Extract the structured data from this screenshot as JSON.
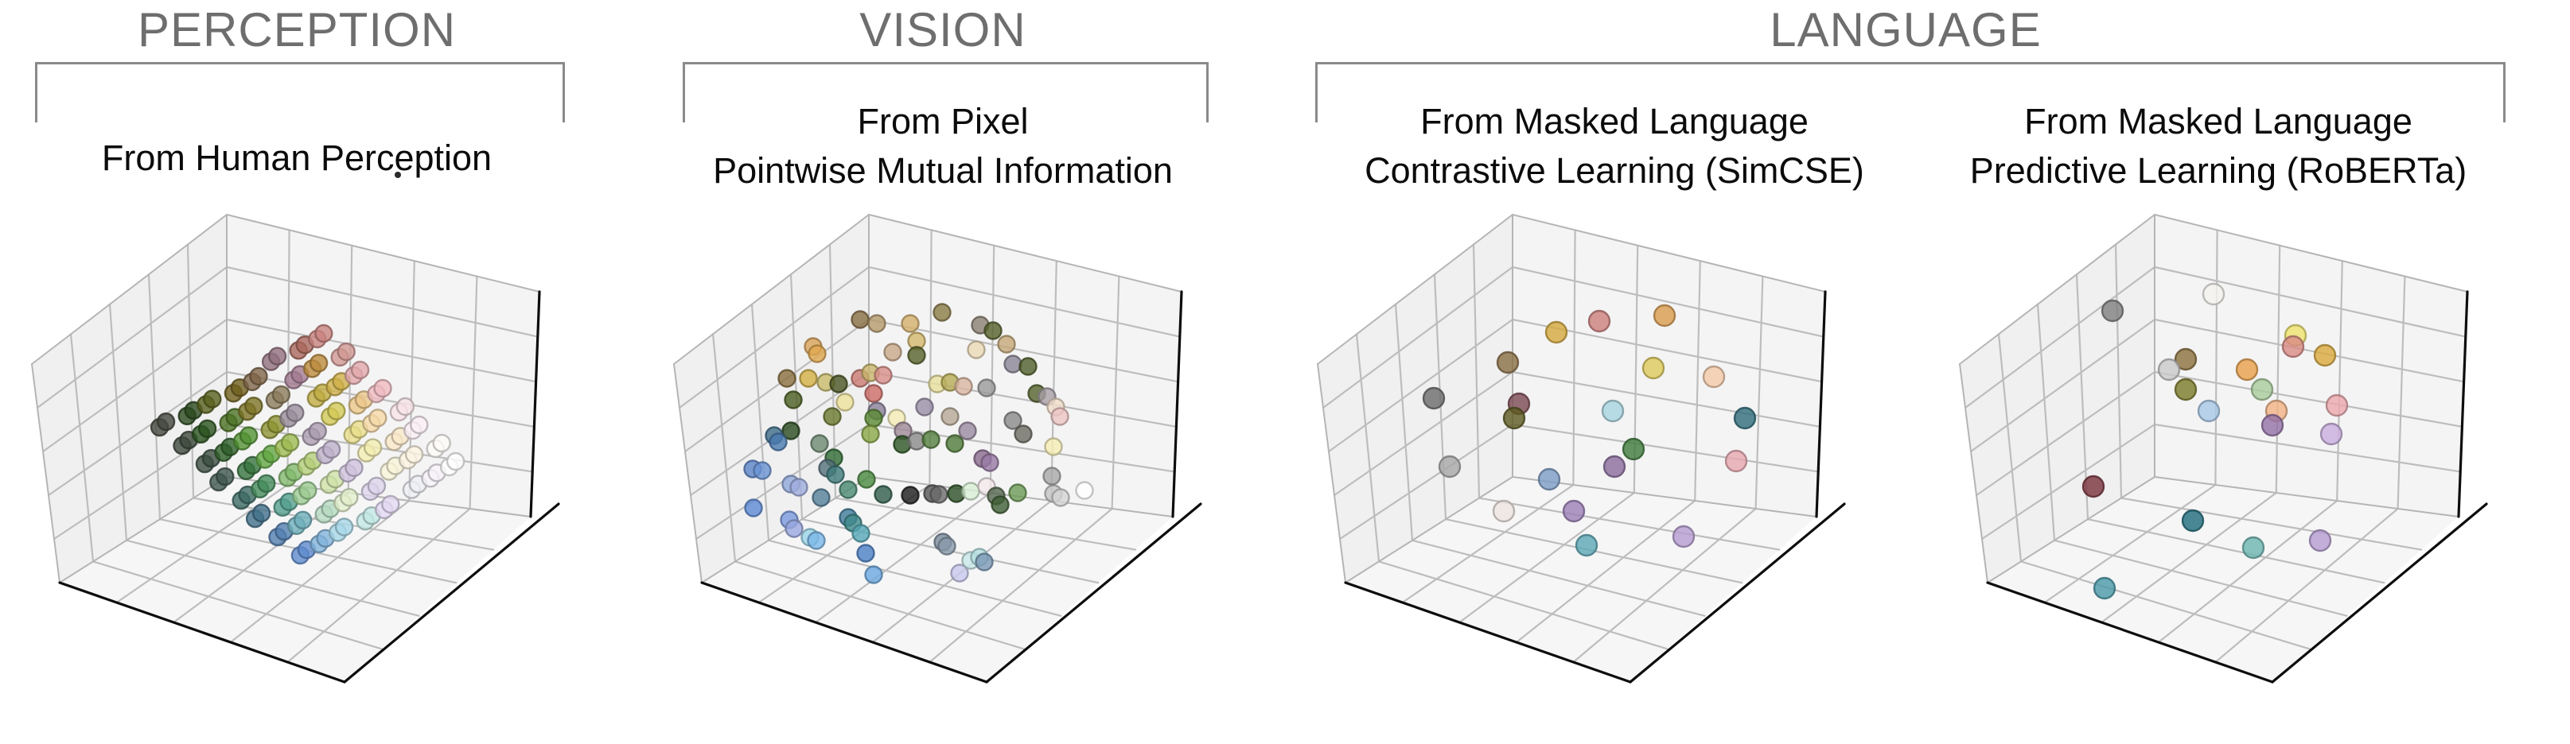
{
  "figure": {
    "headers": {
      "perception": "PERCEPTION",
      "vision": "VISION",
      "language": "LANGUAGE"
    },
    "panels": [
      {
        "group": "PERCEPTION",
        "subtitle_line1": "From Human Perception",
        "subtitle_line2": "",
        "stray_mark": "."
      },
      {
        "group": "VISION",
        "subtitle_line1": "From Pixel",
        "subtitle_line2": "Pointwise Mutual Information",
        "stray_mark": ""
      },
      {
        "group": "LANGUAGE",
        "subtitle_line1": "From Masked Language",
        "subtitle_line2": "Contrastive Learning (SimCSE)",
        "stray_mark": ""
      },
      {
        "group": "LANGUAGE",
        "subtitle_line1": "From Masked Language",
        "subtitle_line2": "Predictive Learning (RoBERTa)",
        "stray_mark": ""
      }
    ],
    "colors": {
      "header_gray": "#6e6e6e",
      "bracket_gray": "#8a8a8a",
      "subtitle_black": "#0b0b0b",
      "pane_left": "#f0f0f1",
      "pane_right": "#f4f4f5",
      "pane_floor": "#f6f6f7",
      "gridline": "#bdbdbd",
      "axis_spine_black": "#0d0d0d"
    }
  },
  "chart_data": [
    {
      "type": "scatter3d",
      "title": "From Human Perception",
      "axes": "unlabeled 3D axes, gray panes with gridlines, no tick labels",
      "legend": "none",
      "marker_px": 21,
      "note": "8x8 lattice of color chips in perceptual color space; each chip plotted as a pair of overlapping dots. Positions in plot-pixel coords via lattice: pos(c,r)=origin + c*colvec + r*rowvec.",
      "grid": {
        "origin": [
          205,
          312
        ],
        "colvec": [
          28,
          -16.5
        ],
        "rowvec": [
          24,
          23
        ],
        "pair_offset": [
          8,
          -7
        ],
        "colors": [
          [
            "#45493f",
            "#2c4a1f",
            "#5a611f",
            "#70601e",
            "#7f654a",
            "#92707f",
            "#aa685c",
            "#c9837f"
          ],
          [
            "#3f4a3c",
            "#2b531f",
            "#4d7326",
            "#7d7427",
            "#8b7c5b",
            "#a27b90",
            "#bb8b3d",
            "#d29894"
          ],
          [
            "#3d4f44",
            "#2f602a",
            "#549434",
            "#8f9434",
            "#9a8e9e",
            "#c0ad42",
            "#cfb04a",
            "#e2a9ad"
          ],
          [
            "#415850",
            "#37743f",
            "#63a844",
            "#9ebc52",
            "#ac9eb2",
            "#d2c956",
            "#ecc88a",
            "#f0bcc2"
          ],
          [
            "#3f6b64",
            "#468c5c",
            "#83bb6e",
            "#b5d07a",
            "#beb2cc",
            "#e8de8a",
            "#f6d9a8",
            "#f8e3e8"
          ],
          [
            "#42708b",
            "#55a08f",
            "#9ccc92",
            "#cfe3a8",
            "#cfc3de",
            "#f4eeb2",
            "#fae8c9",
            "#fbeff5"
          ],
          [
            "#537fb0",
            "#6fb0bb",
            "#b7dcc2",
            "#e2f0cc",
            "#ddd4ec",
            "#f9f5d8",
            "#fdf4e3",
            "#fefbf7"
          ],
          [
            "#5f8cce",
            "#82b4dc",
            "#a9d8e8",
            "#c3e8e4",
            "#e4daf2",
            "#eef0f5",
            "#f7f2fa",
            "#ffffff"
          ]
        ]
      }
    },
    {
      "type": "scatter3d",
      "title": "From Pixel Pointwise Mutual Information",
      "axes": "unlabeled 3D axes, gray panes with gridlines, no tick labels",
      "legend": "none",
      "marker_px": 21,
      "note": "Unstructured cloud of the same color chips; points as [x,y,color] in 807x706 plot-pixel coords.",
      "points": [
        [
          274,
          172,
          "#8a6f45"
        ],
        [
          295,
          177,
          "#b59a6b"
        ],
        [
          337,
          177,
          "#d4b06b"
        ],
        [
          377,
          163,
          "#8a7a45"
        ],
        [
          425,
          179,
          "#8a8070"
        ],
        [
          441,
          186,
          "#55602a"
        ],
        [
          345,
          199,
          "#d4b86b"
        ],
        [
          215,
          206,
          "#d9a45a"
        ],
        [
          220,
          215,
          "#e0a84f"
        ],
        [
          315,
          213,
          "#c9a88a"
        ],
        [
          345,
          217,
          "#56622b"
        ],
        [
          420,
          210,
          "#ead9b5"
        ],
        [
          458,
          203,
          "#c4a878"
        ],
        [
          466,
          228,
          "#8a8595"
        ],
        [
          485,
          231,
          "#4f5e2a"
        ],
        [
          182,
          246,
          "#8a6f3f"
        ],
        [
          209,
          246,
          "#d4b045"
        ],
        [
          231,
          251,
          "#c9bc6b"
        ],
        [
          247,
          253,
          "#4a5524"
        ],
        [
          274,
          246,
          "#cc7a72"
        ],
        [
          287,
          239,
          "#c9b56b"
        ],
        [
          303,
          242,
          "#d98f8a"
        ],
        [
          371,
          253,
          "#e8e09c"
        ],
        [
          387,
          251,
          "#b5ab55"
        ],
        [
          404,
          256,
          "#d9b5a0"
        ],
        [
          433,
          258,
          "#9a9a9a"
        ],
        [
          190,
          273,
          "#4a5e1f"
        ],
        [
          255,
          276,
          "#ede29c"
        ],
        [
          291,
          265,
          "#cc6b66"
        ],
        [
          496,
          265,
          "#55622d"
        ],
        [
          509,
          269,
          "#a8a0a8"
        ],
        [
          520,
          282,
          "#f0ddc9"
        ],
        [
          525,
          294,
          "#eec4c4"
        ],
        [
          295,
          287,
          "#8a7f99"
        ],
        [
          355,
          282,
          "#9a8fa8"
        ],
        [
          466,
          299,
          "#8a8a8a"
        ],
        [
          187,
          312,
          "#2a4a1e"
        ],
        [
          239,
          294,
          "#6b7a2e"
        ],
        [
          291,
          296,
          "#5a8a35"
        ],
        [
          287,
          316,
          "#8aa845"
        ],
        [
          320,
          296,
          "#f5ecb5"
        ],
        [
          328,
          312,
          "#a08a9a"
        ],
        [
          387,
          294,
          "#b5a895"
        ],
        [
          409,
          312,
          "#9a8aa0"
        ],
        [
          479,
          316,
          "#6b6b62"
        ],
        [
          517,
          332,
          "#f5eeb5"
        ],
        [
          166,
          318,
          "#3f6b8a"
        ],
        [
          171,
          326,
          "#4a7ab0"
        ],
        [
          223,
          328,
          "#6b8a70"
        ],
        [
          241,
          346,
          "#2f6b33"
        ],
        [
          327,
          329,
          "#2c5523"
        ],
        [
          345,
          325,
          "#8a8a8a"
        ],
        [
          363,
          323,
          "#55803f"
        ],
        [
          393,
          328,
          "#4f7a3a"
        ],
        [
          428,
          347,
          "#8a6b8f"
        ],
        [
          437,
          352,
          "#9a7aa5"
        ],
        [
          139,
          360,
          "#5b84c9"
        ],
        [
          151,
          362,
          "#6b94d4"
        ],
        [
          187,
          379,
          "#8fa8d9"
        ],
        [
          197,
          383,
          "#a0aede"
        ],
        [
          233,
          359,
          "#55707a"
        ],
        [
          243,
          367,
          "#3f7a7a"
        ],
        [
          259,
          386,
          "#4a8a70"
        ],
        [
          282,
          373,
          "#4a8a3f"
        ],
        [
          303,
          392,
          "#2f5e4a"
        ],
        [
          337,
          393,
          "#1c1c1c"
        ],
        [
          365,
          391,
          "#555555"
        ],
        [
          373,
          392,
          "#6b6b6b"
        ],
        [
          395,
          391,
          "#2c4f26"
        ],
        [
          413,
          388,
          "#d9f0d4"
        ],
        [
          433,
          382,
          "#f3e8ea"
        ],
        [
          445,
          394,
          "#55684f"
        ],
        [
          450,
          405,
          "#3f5e35"
        ],
        [
          472,
          390,
          "#6b9a55"
        ],
        [
          517,
          391,
          "#c4c4c4"
        ],
        [
          526,
          396,
          "#d4d4d4"
        ],
        [
          556,
          387,
          "#ffffff"
        ],
        [
          515,
          369,
          "#a8a8a8"
        ],
        [
          140,
          409,
          "#5b8ad4"
        ],
        [
          185,
          424,
          "#7a9ade"
        ],
        [
          191,
          435,
          "#9aa8e0"
        ],
        [
          211,
          446,
          "#9ad4e8"
        ],
        [
          219,
          450,
          "#7ab8e8"
        ],
        [
          225,
          396,
          "#55809a"
        ],
        [
          259,
          421,
          "#3f7a9a"
        ],
        [
          265,
          428,
          "#3f8a8a"
        ],
        [
          275,
          441,
          "#55a8b5"
        ],
        [
          281,
          466,
          "#4a80c4"
        ],
        [
          291,
          493,
          "#6ba8de"
        ],
        [
          378,
          452,
          "#7a8a9a"
        ],
        [
          383,
          457,
          "#8a9aaa"
        ],
        [
          399,
          491,
          "#c9c9ee"
        ],
        [
          413,
          475,
          "#c9e8ea"
        ],
        [
          424,
          471,
          "#b5e0e0"
        ],
        [
          430,
          477,
          "#7a99b5"
        ]
      ]
    },
    {
      "type": "scatter3d",
      "title": "From Masked Language Contrastive Learning (SimCSE)",
      "axes": "unlabeled 3D axes, gray panes with gridlines, no tick labels",
      "legend": "none",
      "marker_px": 26,
      "points": [
        [
          340,
          188,
          "#d4a93c"
        ],
        [
          394,
          174,
          "#cc7f7a"
        ],
        [
          476,
          167,
          "#d99c4e"
        ],
        [
          279,
          226,
          "#8a6f45"
        ],
        [
          462,
          233,
          "#ddc95a"
        ],
        [
          538,
          244,
          "#f2c9a8"
        ],
        [
          186,
          271,
          "#6b6b6b"
        ],
        [
          293,
          278,
          "#7a4a52"
        ],
        [
          287,
          296,
          "#5c5a20"
        ],
        [
          411,
          287,
          "#a8d4e0"
        ],
        [
          577,
          296,
          "#2e6b7a"
        ],
        [
          437,
          335,
          "#3f7a3c"
        ],
        [
          413,
          357,
          "#8a6b9c"
        ],
        [
          566,
          350,
          "#e8a8b0"
        ],
        [
          206,
          357,
          "#a8a8a8"
        ],
        [
          331,
          373,
          "#7a9cc4"
        ],
        [
          274,
          413,
          "#ede5e0"
        ],
        [
          362,
          413,
          "#9c7fb5"
        ],
        [
          378,
          456,
          "#5ba8b5"
        ],
        [
          500,
          445,
          "#b59cd0"
        ]
      ]
    },
    {
      "type": "scatter3d",
      "title": "From Masked Language Predictive Learning (RoBERTa)",
      "axes": "unlabeled 3D axes, gray panes with gridlines, no tick labels",
      "legend": "none",
      "marker_px": 26,
      "points": [
        [
          232,
          161,
          "#808080"
        ],
        [
          359,
          140,
          "#f5f3ef"
        ],
        [
          462,
          192,
          "#ece26b"
        ],
        [
          459,
          206,
          "#d98a85"
        ],
        [
          499,
          217,
          "#d9a93c"
        ],
        [
          324,
          222,
          "#8a6f3c"
        ],
        [
          303,
          235,
          "#c9c9c9"
        ],
        [
          401,
          235,
          "#e8a04a"
        ],
        [
          324,
          260,
          "#7a7a28"
        ],
        [
          420,
          260,
          "#a8cc9c"
        ],
        [
          353,
          287,
          "#a8c8e8"
        ],
        [
          438,
          287,
          "#f2b385"
        ],
        [
          514,
          280,
          "#eba8ad"
        ],
        [
          433,
          305,
          "#9470a8"
        ],
        [
          507,
          316,
          "#c9aede"
        ],
        [
          208,
          382,
          "#79323c"
        ],
        [
          333,
          425,
          "#1f6b7a"
        ],
        [
          409,
          459,
          "#6bb5b0"
        ],
        [
          493,
          450,
          "#b59cd0"
        ],
        [
          222,
          510,
          "#4a98a8"
        ]
      ]
    }
  ]
}
